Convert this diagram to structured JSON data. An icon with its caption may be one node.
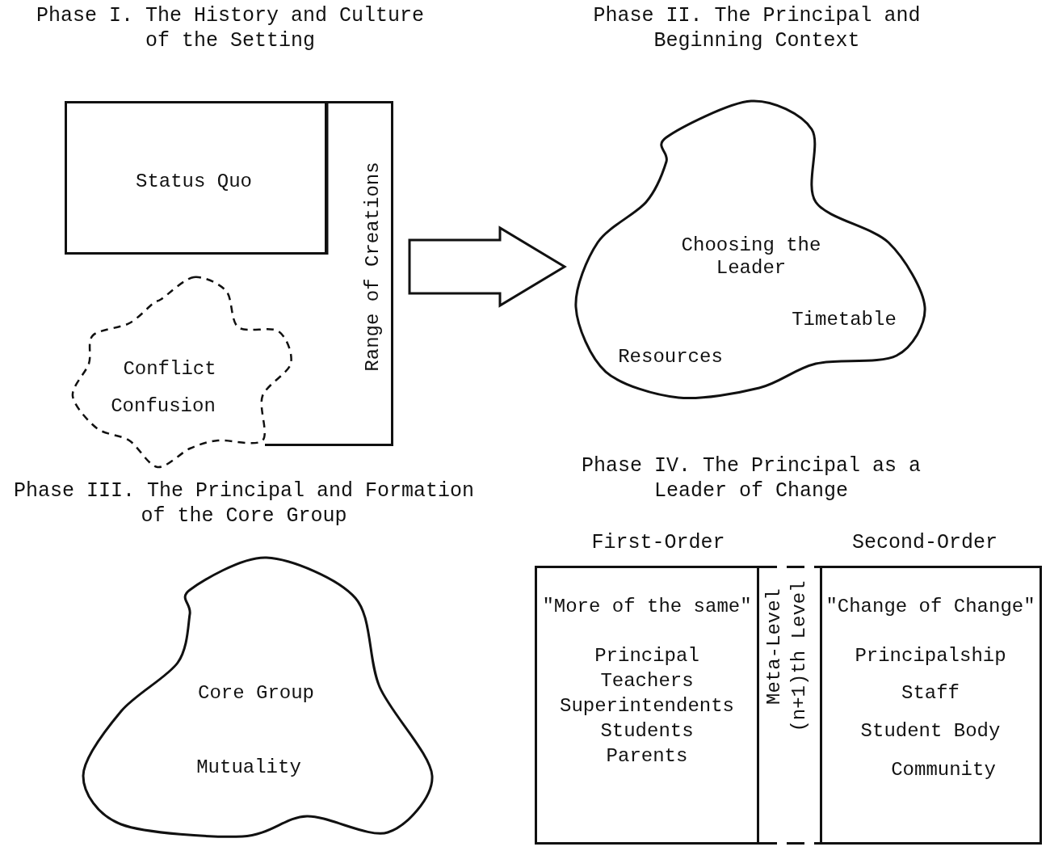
{
  "diagram": {
    "nodes": [
      {
        "text": [
          "Status Quo"
        ]
      },
      {
        "text": [
          "Range of Creations"
        ]
      },
      {
        "text": [
          "Conflict",
          "Confusion"
        ]
      },
      {
        "text": [
          "Choosing the Leader",
          "Timetable",
          "Resources"
        ]
      },
      {
        "text": [
          "Core Group",
          "Mutuality"
        ]
      },
      {
        "text": [
          "First-Order",
          "\"More of the same\"",
          "Principal",
          "Teachers",
          "Superintendents",
          "Students",
          "Parents"
        ]
      },
      {
        "text": [
          "Meta-Level",
          "(n+1)th Level"
        ]
      },
      {
        "text": [
          "Second-Order",
          "\"Change of Change\"",
          "Principalship",
          "Staff",
          "Student Body",
          "Community"
        ]
      }
    ],
    "edges": [
      {
        "from": 1,
        "to": 3,
        "arrow": "to",
        "style": "thick"
      }
    ],
    "labels": [
      "Phase I. The History and Culture of the Setting",
      "Phase II. The Principal and Beginning Context",
      "Phase III. The Principal and Formation of the Core Group",
      "Phase IV. The Principal as a Leader of Change"
    ]
  }
}
